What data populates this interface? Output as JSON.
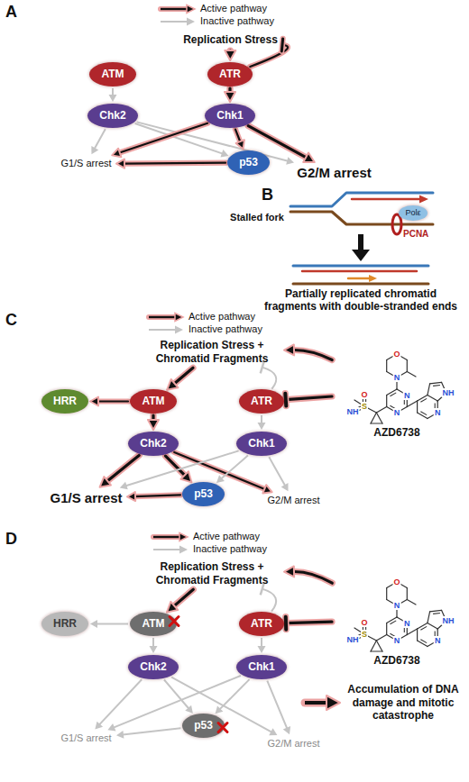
{
  "diagram": {
    "nodes": [
      {
        "text": [
          "Replication Stress"
        ]
      },
      {
        "text": [
          "ATM"
        ]
      },
      {
        "text": [
          "ATR"
        ]
      },
      {
        "text": [
          "Chk2"
        ]
      },
      {
        "text": [
          "Chk1"
        ]
      },
      {
        "text": [
          "G1/S arrest"
        ]
      },
      {
        "text": [
          "p53"
        ]
      },
      {
        "text": [
          "G2/M arrest"
        ]
      },
      {
        "text": [
          "Polε"
        ]
      },
      {
        "text": [
          "Replication Stress + Chromatid Fragments"
        ]
      },
      {
        "text": [
          "HRR"
        ]
      },
      {
        "text": [
          "ATM"
        ]
      },
      {
        "text": [
          "ATR"
        ]
      },
      {
        "text": [
          "AZD6738"
        ]
      },
      {
        "text": [
          "Chk2"
        ]
      },
      {
        "text": [
          "Chk1"
        ]
      },
      {
        "text": [
          "p53"
        ]
      },
      {
        "text": [
          "G1/S arrest"
        ]
      },
      {
        "text": [
          "G2/M arrest"
        ]
      },
      {
        "text": [
          "Replication Stress + Chromatid Fragments"
        ]
      },
      {
        "text": [
          "HRR"
        ]
      },
      {
        "text": [
          "ATM"
        ]
      },
      {
        "text": [
          "ATR"
        ]
      },
      {
        "text": [
          "AZD6738"
        ]
      },
      {
        "text": [
          "Chk2"
        ]
      },
      {
        "text": [
          "Chk1"
        ]
      },
      {
        "text": [
          "Accumulation of DNA damage and mitotic catastrophe"
        ]
      },
      {
        "text": [
          "p53"
        ]
      },
      {
        "text": [
          "G1/S arrest"
        ]
      },
      {
        "text": [
          "G2/M arrest"
        ]
      }
    ],
    "edges": [
      {
        "from": 0,
        "to": 2,
        "arrow": "to"
      },
      {
        "from": 2,
        "to": 0,
        "arrow": "to"
      },
      {
        "from": 1,
        "to": 3,
        "arrow": "to"
      },
      {
        "from": 2,
        "to": 4,
        "arrow": "to"
      },
      {
        "from": 3,
        "to": 5,
        "arrow": "to"
      },
      {
        "from": 3,
        "to": 6,
        "arrow": "to"
      },
      {
        "from": 3,
        "to": 7,
        "arrow": "to"
      },
      {
        "from": 4,
        "to": 5,
        "arrow": "to"
      },
      {
        "from": 4,
        "to": 6,
        "arrow": "to"
      },
      {
        "from": 4,
        "to": 7,
        "arrow": "to"
      },
      {
        "from": 6,
        "to": 5,
        "arrow": "to"
      },
      {
        "from": 9,
        "to": 11,
        "arrow": "to"
      },
      {
        "from": 11,
        "to": 10,
        "arrow": "to"
      },
      {
        "from": 12,
        "to": 9,
        "arrow": "to"
      },
      {
        "from": 13,
        "to": 12,
        "arrow": "to"
      },
      {
        "from": 13,
        "to": 9,
        "arrow": "to"
      },
      {
        "from": 11,
        "to": 14,
        "arrow": "to"
      },
      {
        "from": 12,
        "to": 15,
        "arrow": "to"
      },
      {
        "from": 14,
        "to": 17,
        "arrow": "to"
      },
      {
        "from": 14,
        "to": 16,
        "arrow": "to"
      },
      {
        "from": 14,
        "to": 18,
        "arrow": "to"
      },
      {
        "from": 15,
        "to": 17,
        "arrow": "to"
      },
      {
        "from": 15,
        "to": 16,
        "arrow": "to"
      },
      {
        "from": 15,
        "to": 18,
        "arrow": "to"
      },
      {
        "from": 16,
        "to": 17,
        "arrow": "to"
      },
      {
        "from": 19,
        "to": 21,
        "arrow": "to"
      },
      {
        "from": 21,
        "to": 20,
        "arrow": "to"
      },
      {
        "from": 22,
        "to": 19,
        "arrow": "to"
      },
      {
        "from": 23,
        "to": 22,
        "arrow": "to"
      },
      {
        "from": 23,
        "to": 19,
        "arrow": "to"
      },
      {
        "from": 21,
        "to": 24,
        "arrow": "to"
      },
      {
        "from": 22,
        "to": 25,
        "arrow": "to"
      },
      {
        "from": 24,
        "to": 28,
        "arrow": "to"
      },
      {
        "from": 24,
        "to": 27,
        "arrow": "to"
      },
      {
        "from": 24,
        "to": 29,
        "arrow": "to"
      },
      {
        "from": 25,
        "to": 28,
        "arrow": "to"
      },
      {
        "from": 25,
        "to": 27,
        "arrow": "to"
      },
      {
        "from": 25,
        "to": 29,
        "arrow": "to"
      },
      {
        "from": 27,
        "to": 28,
        "arrow": "to"
      }
    ],
    "labels": [
      "A",
      "B",
      "Stalled fork",
      "PCNA",
      "Partially replicated chromatid fragments with double-stranded ends",
      "C",
      "O",
      "N",
      "N",
      "N",
      "S",
      "O",
      "NH",
      "N",
      "NH",
      "D",
      "O",
      "N",
      "N",
      "N",
      "S",
      "O",
      "NH",
      "N",
      "NH"
    ],
    "legend": [
      {
        "text": "Active pathway"
      },
      {
        "text": "Inactive pathway"
      },
      {
        "text": "Active pathway"
      },
      {
        "text": "Inactive pathway"
      },
      {
        "text": "Active pathway"
      },
      {
        "text": "Inactive pathway"
      }
    ]
  }
}
